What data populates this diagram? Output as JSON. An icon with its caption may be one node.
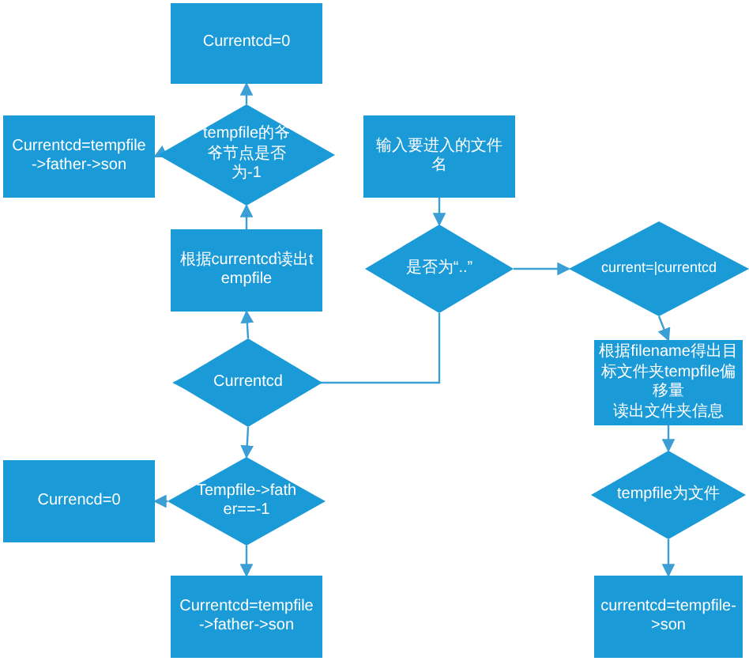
{
  "diagram": {
    "nodes": [
      {
        "text": [
          "Currentcd=0"
        ]
      },
      {
        "text": [
          "Currentcd=tempfile->father->son"
        ]
      },
      {
        "text": [
          "tempfile的爷爷节点是否为-1"
        ]
      },
      {
        "text": [
          "输入要进入的文件名"
        ]
      },
      {
        "text": [
          "根据currentcd读出tempfile"
        ]
      },
      {
        "text": [
          "是否为“..”"
        ]
      },
      {
        "text": [
          "current=|currentcd"
        ]
      },
      {
        "text": [
          "Currentcd"
        ]
      },
      {
        "text": [
          "根据filename得出目标文件夹tempfile偏移量",
          "读出文件夹信息"
        ]
      },
      {
        "text": [
          "Tempfile->father==-1"
        ]
      },
      {
        "text": [
          "Currencd=0"
        ]
      },
      {
        "text": [
          "tempfile为文件"
        ]
      },
      {
        "text": [
          "Currentcd=tempfile->father->son"
        ]
      },
      {
        "text": [
          "currentcd=tempfile->son"
        ]
      }
    ],
    "edges": [
      {
        "from": 2,
        "to": 0,
        "arrow": "to"
      },
      {
        "from": 2,
        "to": 1,
        "arrow": "to"
      },
      {
        "from": 4,
        "to": 2,
        "arrow": "to"
      },
      {
        "from": 7,
        "to": 4,
        "arrow": "to"
      },
      {
        "from": 3,
        "to": 5,
        "arrow": "to"
      },
      {
        "from": 5,
        "to": 6,
        "arrow": "to"
      },
      {
        "from": 5,
        "to": 7,
        "arrow": "to"
      },
      {
        "from": 6,
        "to": 8,
        "arrow": "to"
      },
      {
        "from": 8,
        "to": 11,
        "arrow": "to"
      },
      {
        "from": 11,
        "to": 13,
        "arrow": "to"
      },
      {
        "from": 7,
        "to": 9,
        "arrow": "to"
      },
      {
        "from": 9,
        "to": 10,
        "arrow": "to"
      },
      {
        "from": 9,
        "to": 12,
        "arrow": "to"
      }
    ]
  }
}
